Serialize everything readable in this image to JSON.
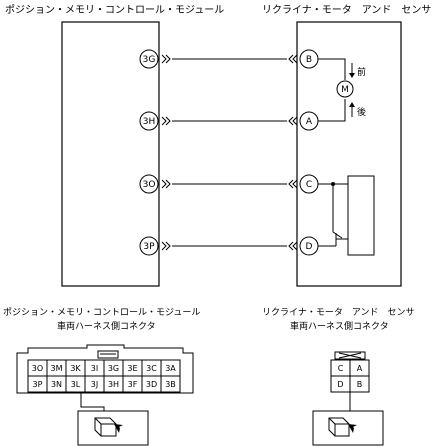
{
  "left_module": {
    "title": "ポジション・メモリ・コントロール・モジュール",
    "pins": [
      "3G",
      "3H",
      "3O",
      "3P"
    ]
  },
  "right_module": {
    "title": "リクライナ・モータ　アンド　センサ",
    "pins": [
      "B",
      "A",
      "C",
      "D"
    ],
    "motor_symbol": "M",
    "direction_forward": "前",
    "direction_rear": "後"
  },
  "left_connector": {
    "title_line1": "ポジション・メモリ・コントロール・モジュール",
    "title_line2": "車両ハーネス側コネクタ",
    "row1": [
      "3O",
      "3M",
      "3K",
      "3I",
      "3G",
      "3E",
      "3C",
      "3A"
    ],
    "row2": [
      "3P",
      "3N",
      "3L",
      "3J",
      "3H",
      "3F",
      "3D",
      "3B"
    ]
  },
  "right_connector": {
    "title_line1": "リクライナ・モータ　アンド　センサ",
    "title_line2": "車両ハーネス側コネクタ",
    "row1": [
      "C",
      "A"
    ],
    "row2": [
      "D",
      "B"
    ]
  }
}
